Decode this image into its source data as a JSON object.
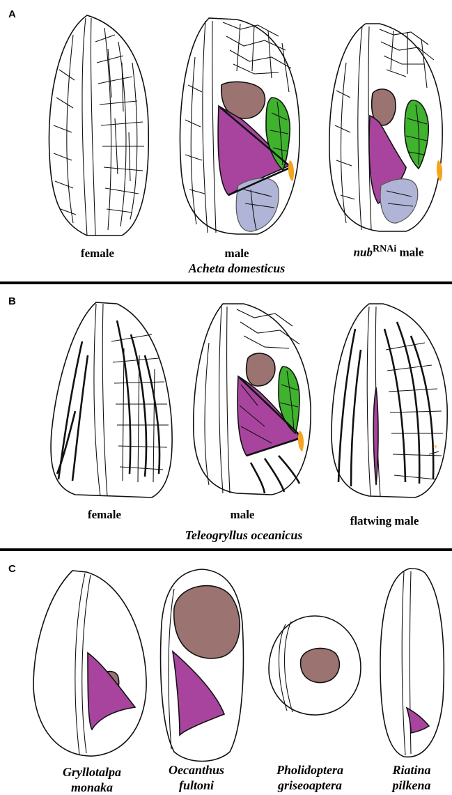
{
  "panels": {
    "a": {
      "letter": "A",
      "captions": {
        "female": "female",
        "male": "male",
        "nub": "nub",
        "rnai": "RNAi",
        "nub_male": " male"
      },
      "species": "Acheta domesticus"
    },
    "b": {
      "letter": "B",
      "captions": {
        "female": "female",
        "male": "male",
        "flatwing": "flatwing male"
      },
      "species": "Teleogryllus oceanicus"
    },
    "c": {
      "letter": "C",
      "species": [
        {
          "line1": "Gryllotalpa",
          "line2": "monaka"
        },
        {
          "line1": "Oecanthus",
          "line2": "fultoni"
        },
        {
          "line1": "Pholidoptera",
          "line2": "griseoaptera"
        },
        {
          "line1": "Riatina",
          "line2": "pilkena"
        }
      ]
    }
  },
  "colors": {
    "mirror": "#9b7370",
    "harp": "#a8449e",
    "green": "#3fb22e",
    "lavender": "#b0b4d6",
    "orange": "#f3a51f"
  }
}
